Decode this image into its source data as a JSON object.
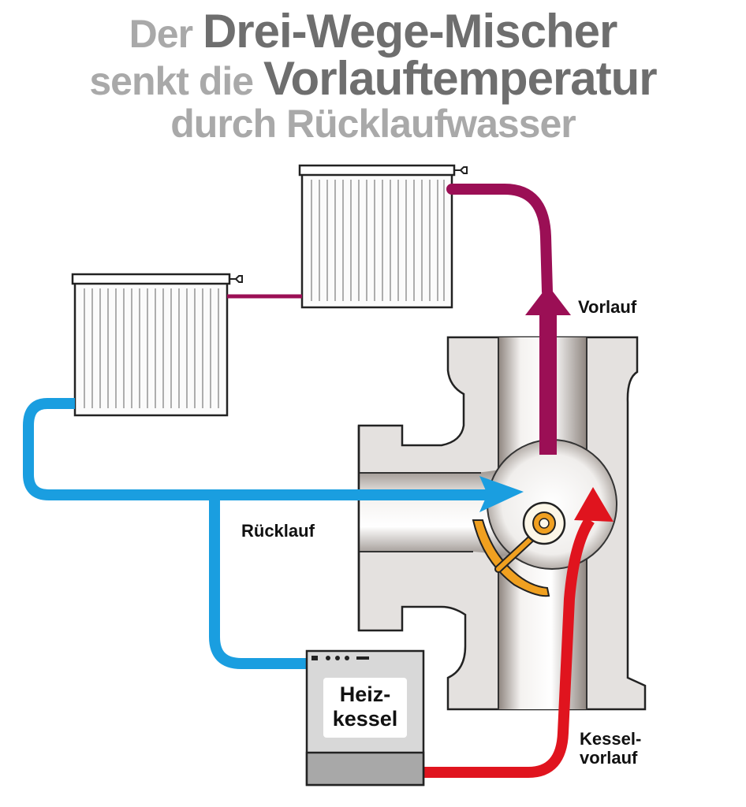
{
  "title": {
    "line1_light": "Der ",
    "line1_dark": "Drei-Wege-Mischer",
    "line2_light": "senkt die ",
    "line2_dark": "Vorlauftemperatur",
    "line3_light": "durch Rücklaufwasser"
  },
  "labels": {
    "vorlauf": "Vorlauf",
    "ruecklauf": "Rücklauf",
    "kesselvorlauf_1": "Kessel-",
    "kesselvorlauf_2": "vorlauf",
    "heizkessel_1": "Heiz-",
    "heizkessel_2": "kessel"
  },
  "colors": {
    "vorlauf": "#9b0f55",
    "ruecklauf": "#1a9ee0",
    "kesselvorlauf": "#e0141e",
    "valve_body": "#e4e1df",
    "valve_handle": "#f0a020"
  }
}
